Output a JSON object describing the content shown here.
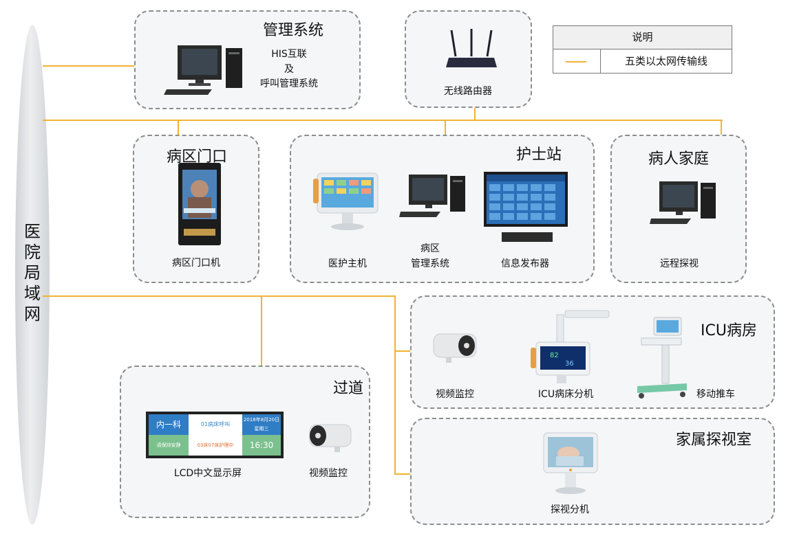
{
  "network": {
    "label": "医院局域网"
  },
  "legend": {
    "title": "说明",
    "line_label": "五类以太网传输线",
    "line_color": "#f2b233"
  },
  "boxes": {
    "mgmt": {
      "title": "管理系统",
      "desc_line1": "HIS互联",
      "desc_line2": "及",
      "desc_line3": "呼叫管理系统"
    },
    "router": {
      "caption": "无线路由器"
    },
    "ward_door": {
      "title": "病区门口",
      "caption": "病区门口机"
    },
    "nurse": {
      "title": "护士站",
      "items": [
        "医护主机",
        "病区",
        "管理系统",
        "信息发布器"
      ]
    },
    "home": {
      "title": "病人家庭",
      "caption": "远程探视"
    },
    "icu": {
      "title": "ICU病房",
      "items": [
        "视频监控",
        "ICU病床分机",
        "移动推车"
      ]
    },
    "corridor": {
      "title": "过道",
      "items": [
        "LCD中文显示屏",
        "视频监控"
      ]
    },
    "family": {
      "title": "家属探视室",
      "caption": "探视分机"
    }
  },
  "lcd_screen": {
    "dept": "内一科",
    "line1": "01病床呼叫",
    "date": "2018年8月20日",
    "weekday": "星期三",
    "status": "请保持安静",
    "line2": "03床07床护理中",
    "time": "16:30"
  },
  "icu_monitor": {
    "value1": "82",
    "value2": "36"
  }
}
